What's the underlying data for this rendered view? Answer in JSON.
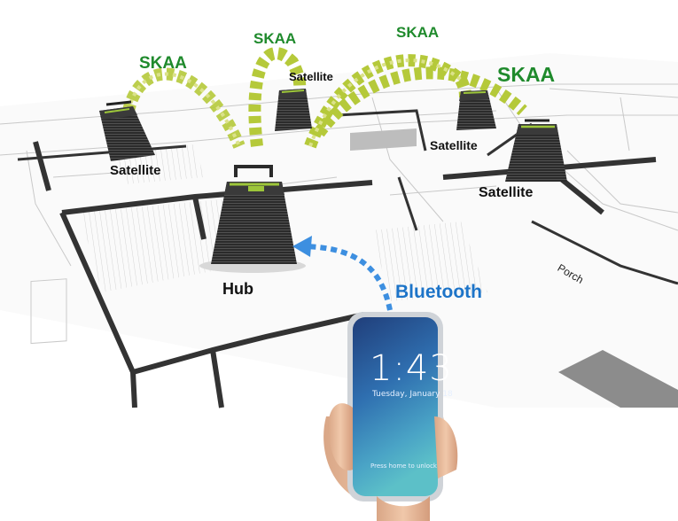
{
  "protocols": {
    "skaa": "SKAA",
    "bluetooth": "Bluetooth"
  },
  "devices": {
    "hub": "Hub",
    "satellite": "Satellite"
  },
  "floorplan": {
    "room_label": "Porch"
  },
  "phone": {
    "time": "1:43",
    "date": "Tuesday, January 18",
    "unlock_hint": "Press home to unlock"
  },
  "colors": {
    "skaa_text": "#1f8a2c",
    "skaa_signal": "#b5c93a",
    "bluetooth_text": "#1d74c8",
    "bluetooth_arrow": "#3d8fe0",
    "speaker_body": "#2a2a2a",
    "speaker_accent": "#9dc63a"
  },
  "icons": {
    "hub_speaker": "speaker-hub-icon",
    "satellite_speaker": "speaker-satellite-icon",
    "phone": "smartphone-icon",
    "signal_arc": "signal-arc",
    "bluetooth_arrow": "arrow-icon"
  }
}
